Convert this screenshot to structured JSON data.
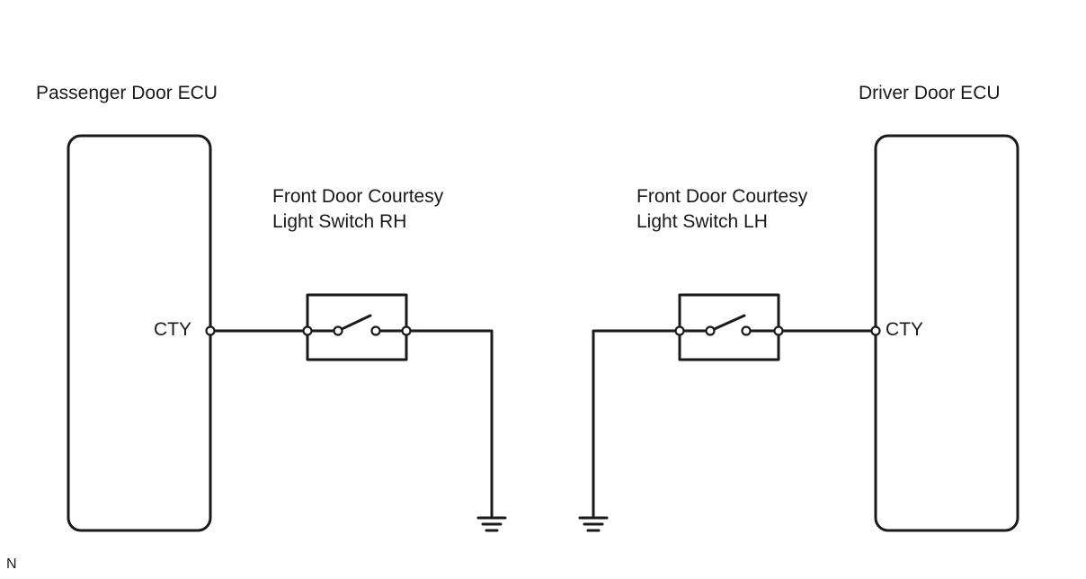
{
  "passenger_ecu": {
    "title": "Passenger Door ECU",
    "pin": "CTY"
  },
  "driver_ecu": {
    "title": "Driver Door ECU",
    "pin": "CTY"
  },
  "switch_rh": {
    "line1": "Front Door Courtesy",
    "line2": "Light Switch RH"
  },
  "switch_lh": {
    "line1": "Front Door Courtesy",
    "line2": "Light Switch LH"
  },
  "corner_code": "N",
  "colors": {
    "line": "#1a1a1a",
    "background": "#ffffff"
  }
}
